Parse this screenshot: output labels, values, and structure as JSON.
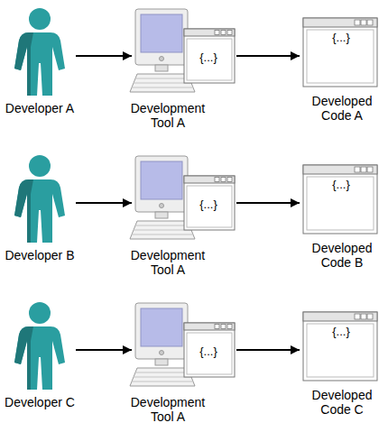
{
  "diagram": {
    "nodes": [
      {
        "text": [
          "Developer A"
        ]
      },
      {
        "text": [
          "{...}",
          "Development Tool A"
        ]
      },
      {
        "text": [
          "{...}",
          "Developed Code A"
        ]
      },
      {
        "text": [
          "Developer B"
        ]
      },
      {
        "text": [
          "{...}",
          "Development Tool A"
        ]
      },
      {
        "text": [
          "{...}",
          "Developed Code B"
        ]
      },
      {
        "text": [
          "Developer C"
        ]
      },
      {
        "text": [
          "{...}",
          "Development Tool A"
        ]
      },
      {
        "text": [
          "{...}",
          "Developed Code C"
        ]
      }
    ],
    "edges": [
      {
        "from": 0,
        "to": 1,
        "arrow": "to"
      },
      {
        "from": 1,
        "to": 2,
        "arrow": "to"
      },
      {
        "from": 3,
        "to": 4,
        "arrow": "to"
      },
      {
        "from": 4,
        "to": 5,
        "arrow": "to"
      },
      {
        "from": 6,
        "to": 7,
        "arrow": "to"
      },
      {
        "from": 7,
        "to": 8,
        "arrow": "to"
      }
    ]
  }
}
